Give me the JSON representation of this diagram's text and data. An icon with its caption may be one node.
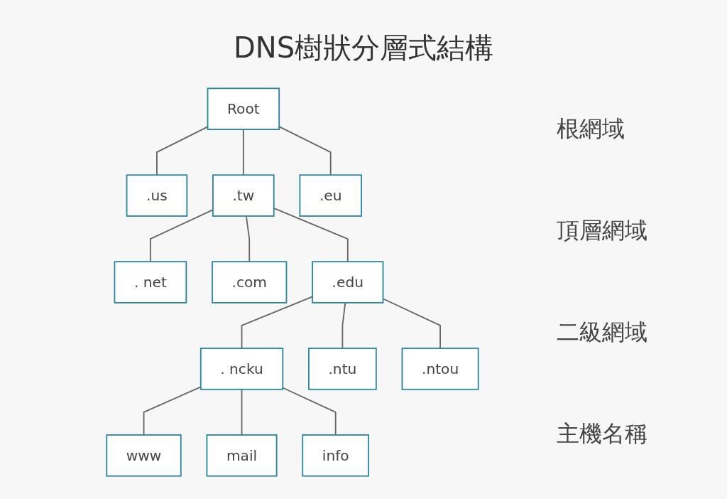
{
  "diagram": {
    "title": "DNS樹狀分層式結構",
    "nodes": [
      {
        "text": [
          "Root"
        ]
      },
      {
        "text": [
          ".us"
        ]
      },
      {
        "text": [
          ".tw"
        ]
      },
      {
        "text": [
          ".eu"
        ]
      },
      {
        "text": [
          ". net"
        ]
      },
      {
        "text": [
          ".com"
        ]
      },
      {
        "text": [
          ".edu"
        ]
      },
      {
        "text": [
          ". ncku"
        ]
      },
      {
        "text": [
          ".ntu"
        ]
      },
      {
        "text": [
          ".ntou"
        ]
      },
      {
        "text": [
          "www"
        ]
      },
      {
        "text": [
          "mail"
        ]
      },
      {
        "text": [
          "info"
        ]
      }
    ],
    "edges": [
      {
        "from": 0,
        "to": 1,
        "arrow": "none"
      },
      {
        "from": 0,
        "to": 2,
        "arrow": "none"
      },
      {
        "from": 0,
        "to": 3,
        "arrow": "none"
      },
      {
        "from": 2,
        "to": 4,
        "arrow": "none"
      },
      {
        "from": 2,
        "to": 5,
        "arrow": "none"
      },
      {
        "from": 2,
        "to": 6,
        "arrow": "none"
      },
      {
        "from": 6,
        "to": 7,
        "arrow": "none"
      },
      {
        "from": 6,
        "to": 8,
        "arrow": "none"
      },
      {
        "from": 6,
        "to": 9,
        "arrow": "none"
      },
      {
        "from": 7,
        "to": 10,
        "arrow": "none"
      },
      {
        "from": 7,
        "to": 11,
        "arrow": "none"
      },
      {
        "from": 7,
        "to": 12,
        "arrow": "none"
      }
    ],
    "labels": [
      "根網域",
      "頂層網域",
      "二級網域",
      "主機名稱"
    ]
  }
}
